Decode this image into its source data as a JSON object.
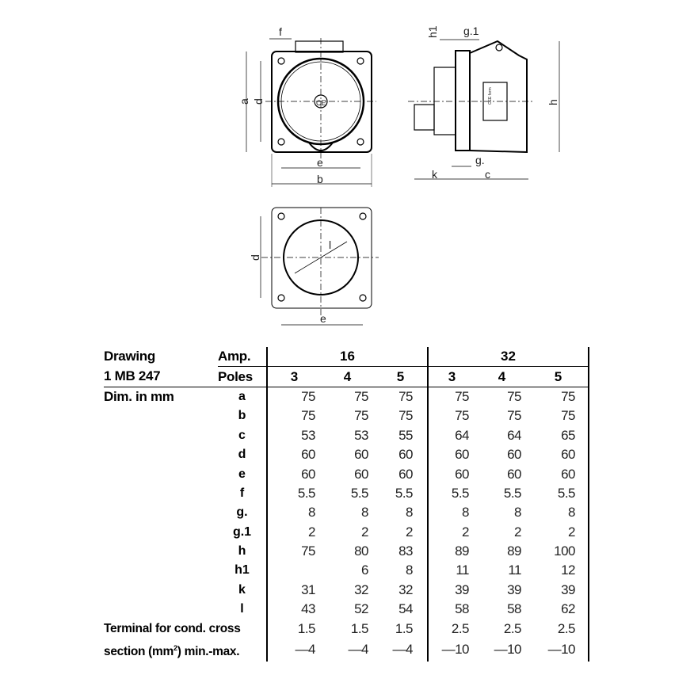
{
  "drawing_labels": {
    "front": {
      "f": "f",
      "a": "a",
      "d": "d",
      "e": "e",
      "b": "b",
      "mark": "CE"
    },
    "side": {
      "h1": "h1",
      "g1": "g.1",
      "h": "h",
      "g": "g.",
      "k": "k",
      "c": "c",
      "brand": "CEE form"
    },
    "cutout": {
      "d": "d",
      "e": "e",
      "l": "l"
    }
  },
  "table": {
    "drawing_label": "Drawing",
    "drawing_number": "1 MB 247",
    "amp_label": "Amp.",
    "poles_label": "Poles",
    "dim_label": "Dim. in mm",
    "amps": [
      "16",
      "32"
    ],
    "poles": [
      "3",
      "4",
      "5",
      "3",
      "4",
      "5"
    ],
    "rows": [
      {
        "dim": "a",
        "values": [
          "75",
          "75",
          "75",
          "75",
          "75",
          "75"
        ]
      },
      {
        "dim": "b",
        "values": [
          "75",
          "75",
          "75",
          "75",
          "75",
          "75"
        ]
      },
      {
        "dim": "c",
        "values": [
          "53",
          "53",
          "55",
          "64",
          "64",
          "65"
        ]
      },
      {
        "dim": "d",
        "values": [
          "60",
          "60",
          "60",
          "60",
          "60",
          "60"
        ]
      },
      {
        "dim": "e",
        "values": [
          "60",
          "60",
          "60",
          "60",
          "60",
          "60"
        ]
      },
      {
        "dim": "f",
        "values": [
          "5.5",
          "5.5",
          "5.5",
          "5.5",
          "5.5",
          "5.5"
        ]
      },
      {
        "dim": "g.",
        "values": [
          "8",
          "8",
          "8",
          "8",
          "8",
          "8"
        ]
      },
      {
        "dim": "g.1",
        "values": [
          "2",
          "2",
          "2",
          "2",
          "2",
          "2"
        ]
      },
      {
        "dim": "h",
        "values": [
          "75",
          "80",
          "83",
          "89",
          "89",
          "100"
        ]
      },
      {
        "dim": "h1",
        "values": [
          "",
          "6",
          "8",
          "11",
          "11",
          "12"
        ]
      },
      {
        "dim": "k",
        "values": [
          "31",
          "32",
          "32",
          "39",
          "39",
          "39"
        ]
      },
      {
        "dim": "l",
        "values": [
          "43",
          "52",
          "54",
          "58",
          "58",
          "62"
        ]
      }
    ],
    "terminal_label_1": "Terminal for cond. cross",
    "terminal_label_2a": "section (mm",
    "terminal_label_2sup": "2",
    "terminal_label_2b": ") min.-max.",
    "terminal_min": [
      "1.5",
      "1.5",
      "1.5",
      "2.5",
      "2.5",
      "2.5"
    ],
    "terminal_max": [
      "—4",
      "—4",
      "—4",
      "—10",
      "—10",
      "—10"
    ]
  }
}
